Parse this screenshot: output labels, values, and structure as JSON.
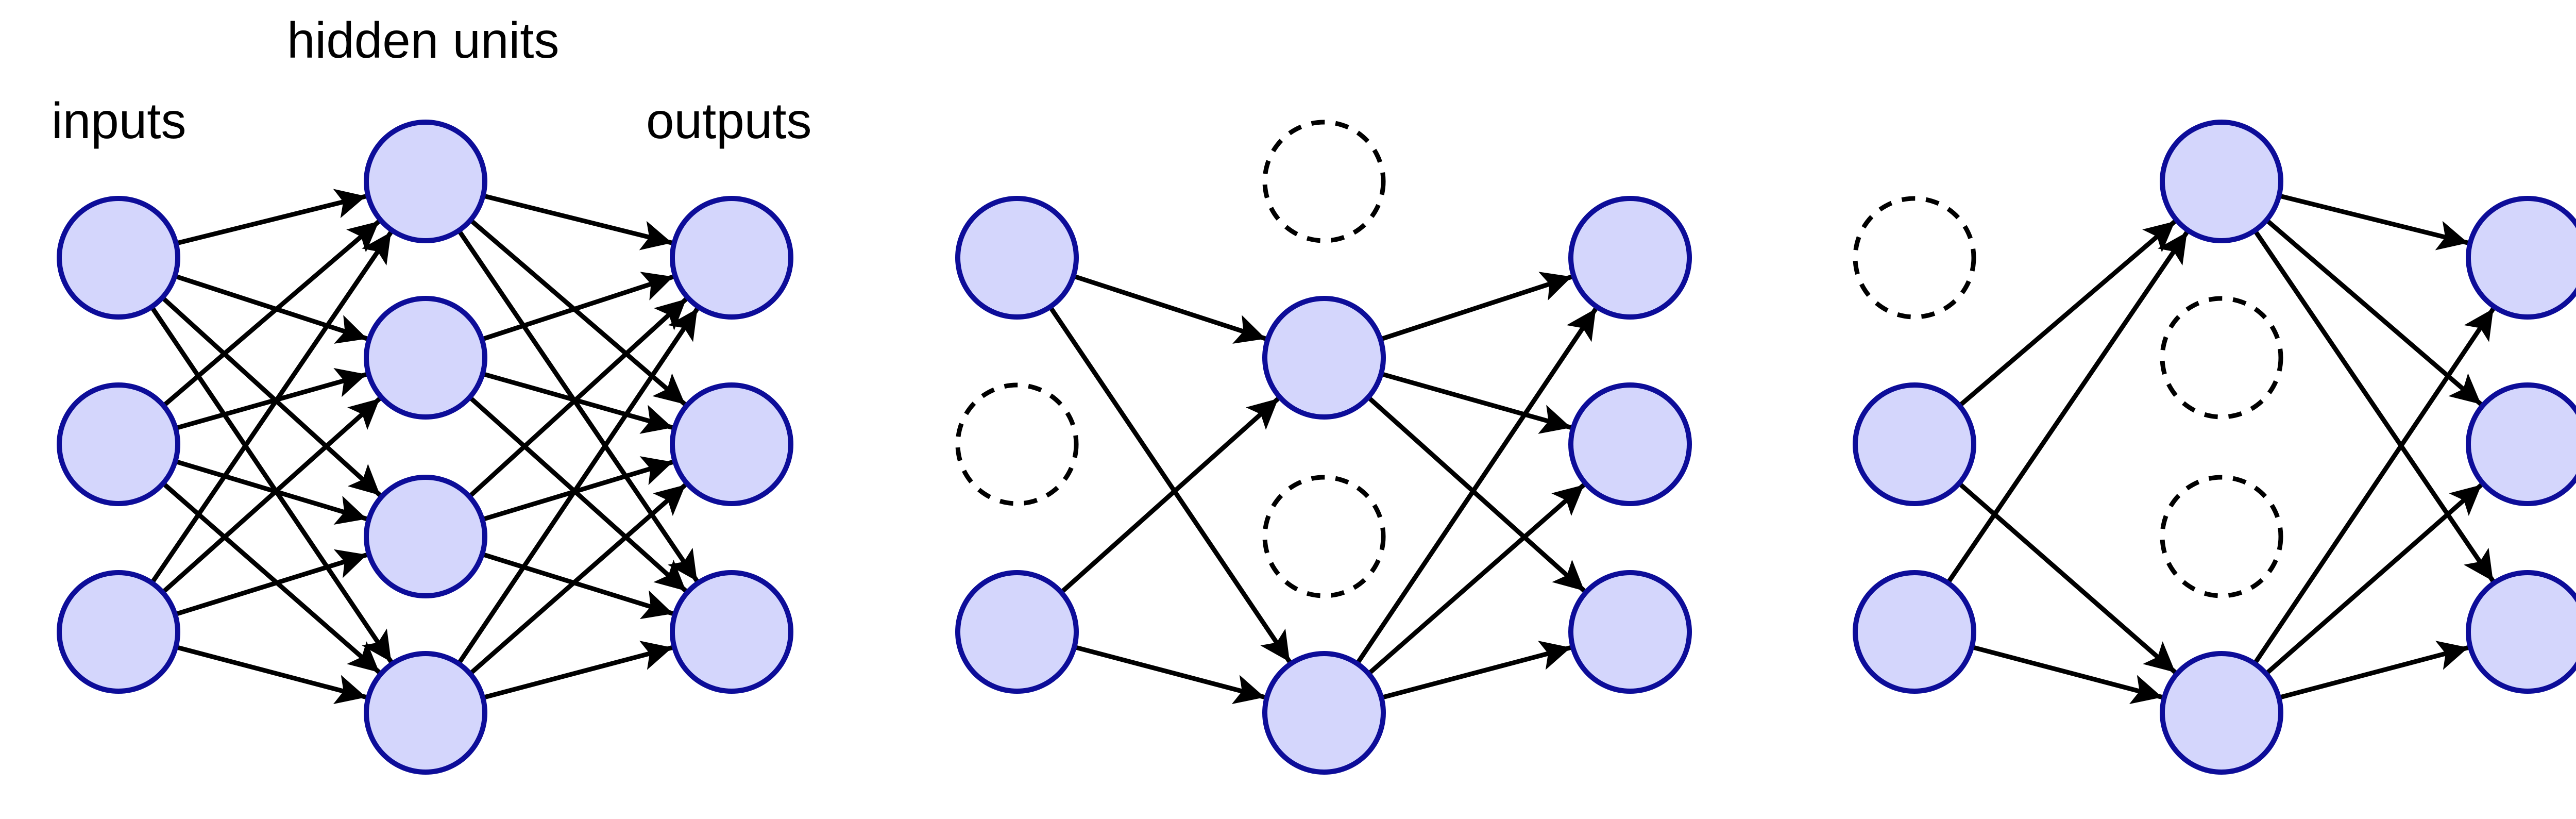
{
  "labels": {
    "inputs": "inputs",
    "hidden": "hidden units",
    "outputs": "outputs"
  },
  "colors": {
    "node_fill": "#d4d6fc",
    "node_stroke": "#0d0d99",
    "edge": "#000000"
  },
  "networks": [
    {
      "name": "full-network",
      "layers": [
        [
          "on",
          "on",
          "on"
        ],
        [
          "on",
          "on",
          "on",
          "on"
        ],
        [
          "on",
          "on",
          "on"
        ]
      ]
    },
    {
      "name": "dropout-network-1",
      "layers": [
        [
          "on",
          "off",
          "on"
        ],
        [
          "off",
          "on",
          "off",
          "on"
        ],
        [
          "on",
          "on",
          "on"
        ]
      ]
    },
    {
      "name": "dropout-network-2",
      "layers": [
        [
          "off",
          "on",
          "on"
        ],
        [
          "on",
          "off",
          "off",
          "on"
        ],
        [
          "on",
          "on",
          "on"
        ]
      ]
    }
  ]
}
